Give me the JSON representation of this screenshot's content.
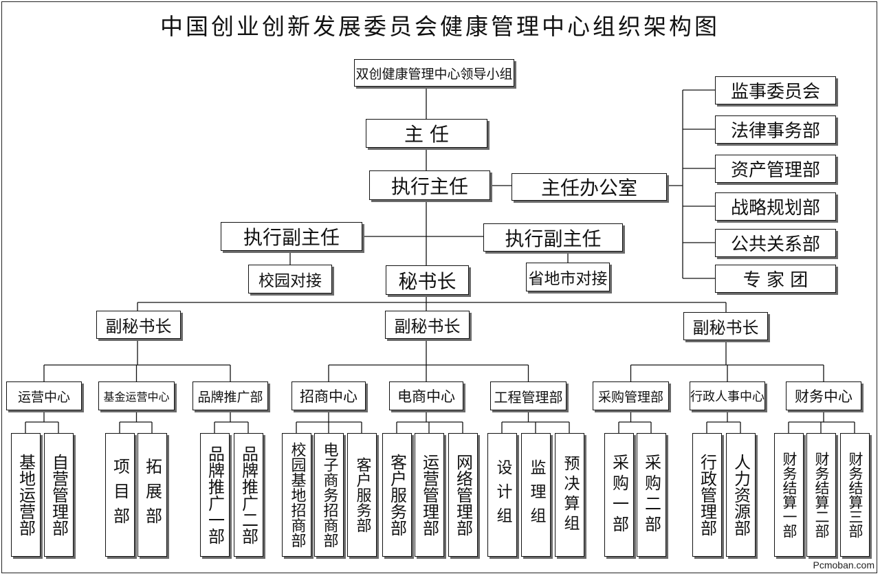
{
  "title": "中国创业创新发展委员会健康管理中心组织架构图",
  "top": {
    "leading_group": "双创健康管理中心领导小组",
    "director": "主 任",
    "exec_director": "执行主任",
    "director_office": "主任办公室",
    "exec_deputy_left": "执行副主任",
    "exec_deputy_right": "执行副主任",
    "campus_liaison": "校园对接",
    "provincial_liaison": "省地市对接",
    "secretary_general": "秘书长"
  },
  "office_units": [
    "监事委员会",
    "法律事务部",
    "资产管理部",
    "战略规划部",
    "公共关系部",
    "专 家 团"
  ],
  "deputies": [
    "副秘书长",
    "副秘书长",
    "副秘书长"
  ],
  "centers": [
    {
      "name": "运营中心",
      "subs": [
        "基地运营部",
        "自营管理部"
      ]
    },
    {
      "name": "基金运营中心",
      "subs": [
        "项目部",
        "拓展部"
      ]
    },
    {
      "name": "品牌推广部",
      "subs": [
        "品牌推广一部",
        "品牌推广二部"
      ]
    },
    {
      "name": "招商中心",
      "subs": [
        "校园基地招商部",
        "电子商务招商部",
        "客户服务部"
      ]
    },
    {
      "name": "电商中心",
      "subs": [
        "客户服务部",
        "运营管理部",
        "网络管理部"
      ]
    },
    {
      "name": "工程管理部",
      "subs": [
        "设计组",
        "监理组",
        "预决算组"
      ]
    },
    {
      "name": "采购管理部",
      "subs": [
        "采购一部",
        "采购二部"
      ]
    },
    {
      "name": "行政人事中心",
      "subs": [
        "行政管理部",
        "人力资源部"
      ]
    },
    {
      "name": "财务中心",
      "subs": [
        "财务结算一部",
        "财务结算二部",
        "财务结算三部"
      ]
    }
  ],
  "watermark": "Pcmoban.com"
}
